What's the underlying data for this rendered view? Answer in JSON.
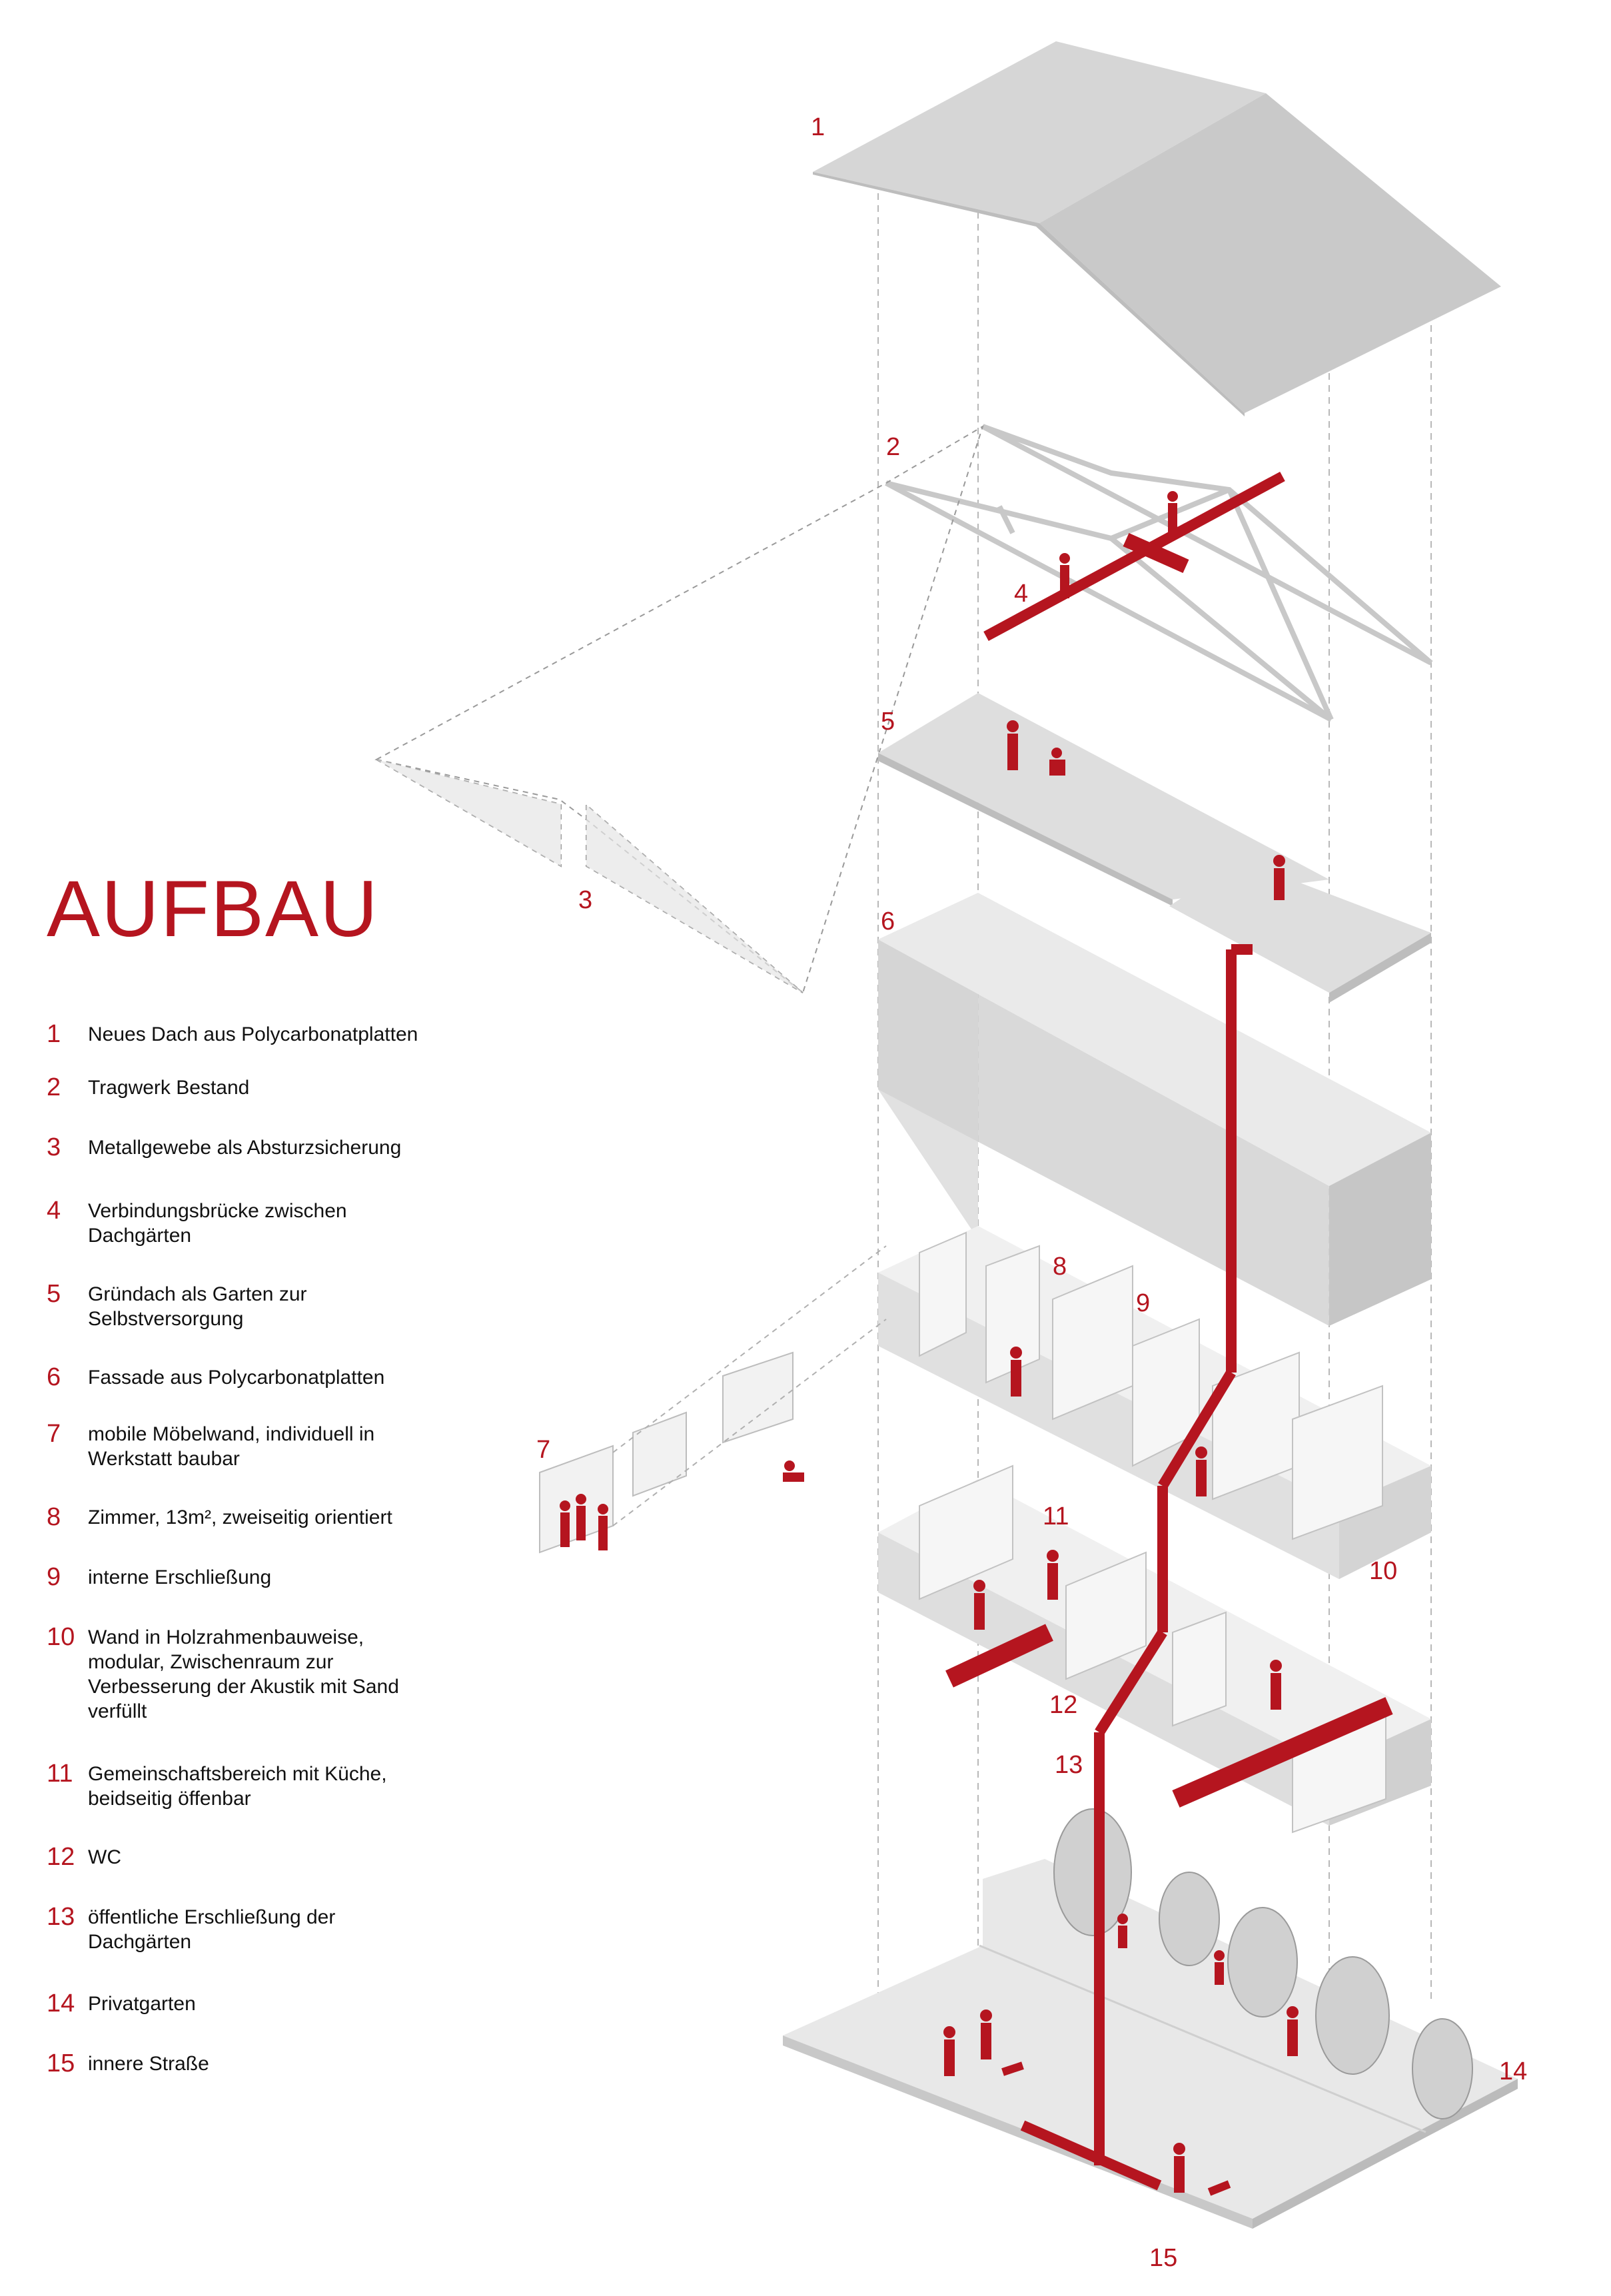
{
  "title": "AUFBAU",
  "accent_color": "#b5151f",
  "legend": [
    {
      "num": "1",
      "text": "Neues Dach aus Polycarbonatplatten"
    },
    {
      "num": "2",
      "text": "Tragwerk Bestand"
    },
    {
      "num": "3",
      "text": "Metallgewebe als Absturzsicherung"
    },
    {
      "num": "4",
      "text": "Verbindungsbrücke zwischen\nDachgärten"
    },
    {
      "num": "5",
      "text": "Gründach als Garten zur\nSelbstversorgung"
    },
    {
      "num": "6",
      "text": "Fassade aus Polycarbonatplatten"
    },
    {
      "num": "7",
      "text": "mobile Möbelwand, individuell in\nWerkstatt baubar"
    },
    {
      "num": "8",
      "text": "Zimmer, 13m², zweiseitig orientiert"
    },
    {
      "num": "9",
      "text": "interne Erschließung"
    },
    {
      "num": "10",
      "text": "Wand in Holzrahmenbauweise,\nmodular, Zwischenraum zur\nVerbesserung der Akustik mit Sand\nverfüllt"
    },
    {
      "num": "11",
      "text": "Gemeinschaftsbereich mit Küche,\nbeidseitig öffenbar"
    },
    {
      "num": "12",
      "text": "WC"
    },
    {
      "num": "13",
      "text": "öffentliche Erschließung der\nDachgärten"
    },
    {
      "num": "14",
      "text": "Privatgarten"
    },
    {
      "num": "15",
      "text": "innere Straße"
    }
  ],
  "diagram_labels": [
    "1",
    "2",
    "3",
    "4",
    "5",
    "6",
    "7",
    "8",
    "9",
    "10",
    "11",
    "12",
    "13",
    "14",
    "15"
  ]
}
